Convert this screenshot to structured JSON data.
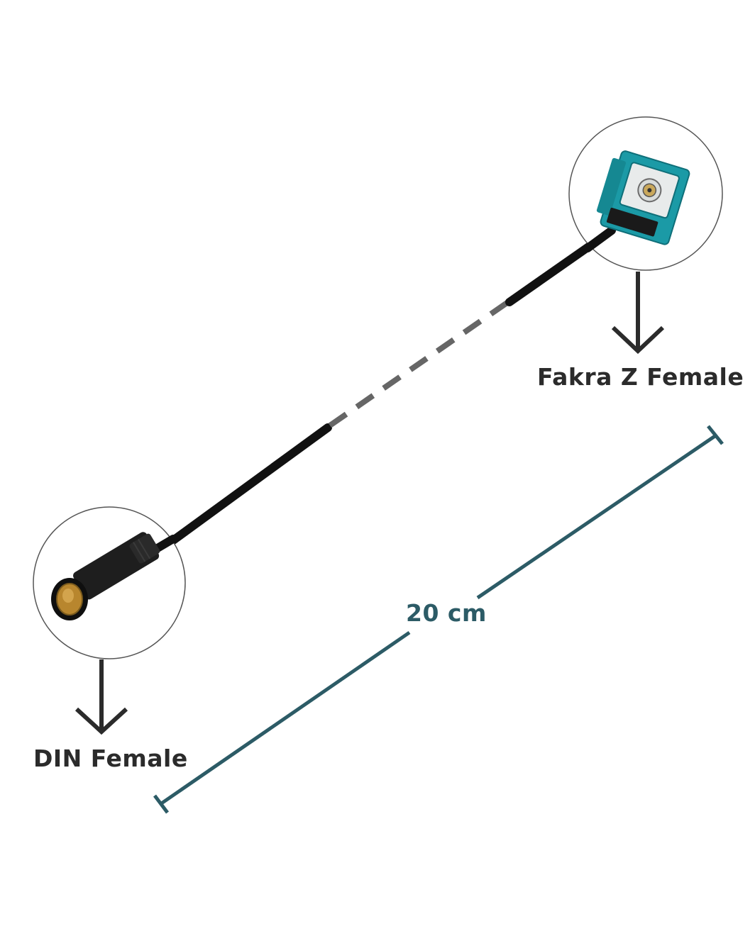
{
  "connectors": {
    "fakra": {
      "label": "Fakra Z Female",
      "color": "#1b9aa6"
    },
    "din": {
      "label": "DIN Female",
      "color": "#1e1e1e",
      "pin_color": "#b8862e"
    }
  },
  "dimension": {
    "label": "20 cm",
    "color": "#2c5b66"
  },
  "cable": {
    "color": "#111111",
    "dash_color": "#666666"
  },
  "colors": {
    "background": "#ffffff",
    "text": "#2b2b2b",
    "circle_outline": "#555555"
  }
}
